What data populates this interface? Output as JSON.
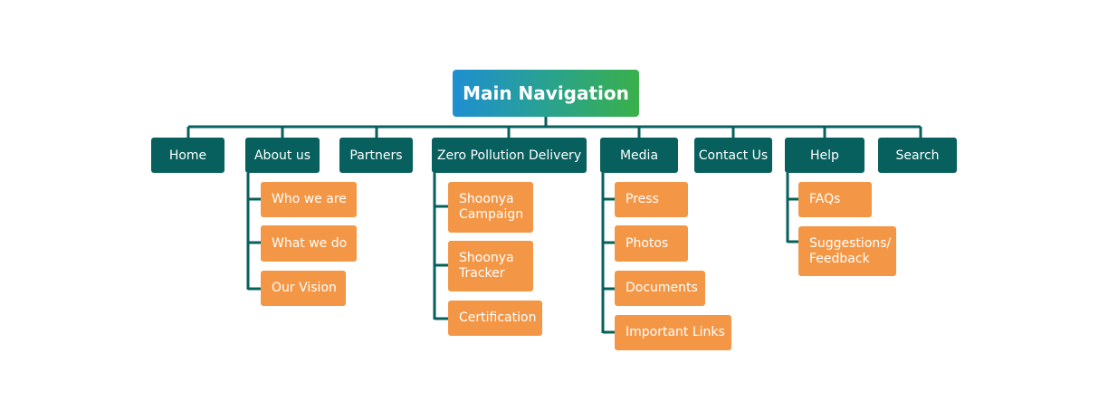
{
  "title": "Main Navigation",
  "sections": [
    {
      "label": "Home",
      "children": []
    },
    {
      "label": "About us",
      "children": [
        "Who we are",
        "What we do",
        "Our Vision"
      ]
    },
    {
      "label": "Partners",
      "children": []
    },
    {
      "label": "Zero Pollution Delivery",
      "children": [
        "Shoonya Campaign",
        "Shoonya Tracker",
        "Certification"
      ]
    },
    {
      "label": "Media",
      "children": [
        "Press",
        "Photos",
        "Documents",
        "Important Links"
      ]
    },
    {
      "label": "Contact Us",
      "children": []
    },
    {
      "label": "Help",
      "children": [
        "FAQs",
        "Suggestions/ Feedback"
      ]
    },
    {
      "label": "Search",
      "children": []
    }
  ],
  "colors": {
    "top_level": "#07605e",
    "sub_level": "#f39746",
    "root_gradient_start": "#1e8fd2",
    "root_gradient_end": "#3ab04a"
  }
}
